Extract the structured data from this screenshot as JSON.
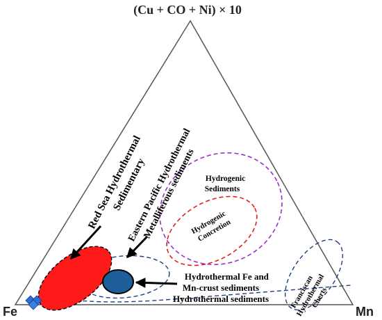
{
  "chart_data": {
    "type": "ternary",
    "vertices": {
      "top": "(Cu + CO + Ni) × 10",
      "left": "Fe",
      "right": "Mn"
    },
    "fields": [
      {
        "id": "red-sea",
        "label_lines": [
          "Red Sea Hydrothermal",
          "Sedimentary"
        ],
        "color": "#ff1a1a",
        "style": "filled"
      },
      {
        "id": "east-pacific",
        "label_lines": [
          "Eastern Pacific Hydrothermal",
          "Metalliferous sediments"
        ],
        "color": "#1f5f99",
        "style": "filled"
      },
      {
        "id": "hydrogenic-sediments",
        "label_lines": [
          "Hydrogenic",
          "Sediments"
        ],
        "color": "#9b30c9",
        "style": "dashed"
      },
      {
        "id": "hydrogenic-concretion",
        "label_lines": [
          "Hydrogenic",
          "Concretion"
        ],
        "color": "#e02020",
        "style": "dashed"
      },
      {
        "id": "hydrothermal-fe-mn",
        "label_lines": [
          "Hydrothermal Fe and",
          "Mn-crust sediments"
        ],
        "color": "#1f3f7f",
        "style": "dashed"
      },
      {
        "id": "hydrothermal-sediments",
        "label_lines": [
          "Hydrothermal sediments"
        ],
        "color": "#1f3f7f",
        "style": "dashed"
      },
      {
        "id": "franciscan",
        "label_lines": [
          "Franciscan",
          "Hydrothermal",
          "Cherts"
        ],
        "color": "#1f3f7f",
        "style": "dashed"
      }
    ],
    "samples": {
      "marker": "diamond",
      "color": "#2a6fd6",
      "count": 3
    }
  }
}
